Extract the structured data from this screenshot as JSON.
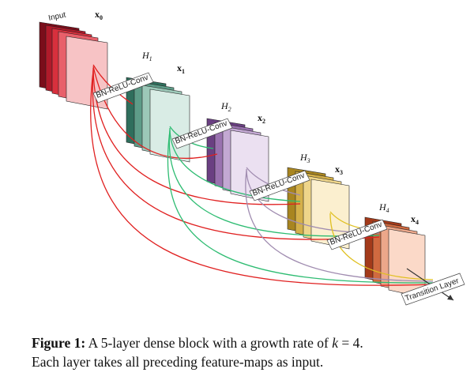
{
  "figure": {
    "input_label": "Input",
    "outputs": [
      {
        "base": "x",
        "sub": "0"
      },
      {
        "base": "x",
        "sub": "1"
      },
      {
        "base": "x",
        "sub": "2"
      },
      {
        "base": "x",
        "sub": "3"
      },
      {
        "base": "x",
        "sub": "4"
      }
    ],
    "layers": [
      {
        "base": "H",
        "sub": "1"
      },
      {
        "base": "H",
        "sub": "2"
      },
      {
        "base": "H",
        "sub": "3"
      },
      {
        "base": "H",
        "sub": "4"
      }
    ],
    "op_label": "BN-ReLU-Conv",
    "transition_label": "Transition Layer",
    "colors": {
      "x0": "#c8182a",
      "x1": "#3f8a72",
      "x2": "#8a5fa0",
      "x3": "#c9a23a",
      "x4": "#cc6a3a",
      "conn_red": "#e02020",
      "conn_green": "#2ebc72",
      "conn_purple": "#a08cb0",
      "conn_yellow": "#e0c020"
    }
  },
  "caption": {
    "label": "Figure 1:",
    "text_before": "A 5-layer dense block with a growth rate of",
    "k": "k",
    "equals": "=",
    "k_value": "4.",
    "line2": "Each layer takes all preceding feature-maps as input."
  }
}
